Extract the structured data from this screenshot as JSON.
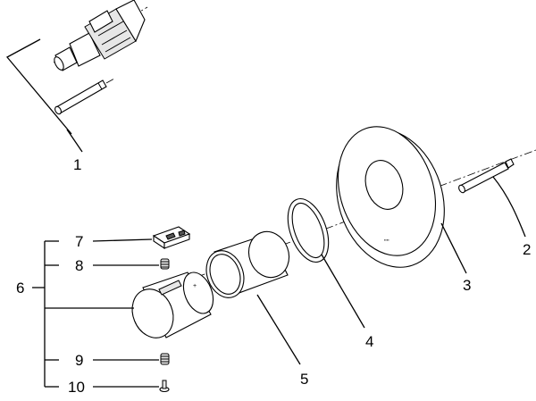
{
  "labels": {
    "p1": "1",
    "p2": "2",
    "p3": "3",
    "p4": "4",
    "p5": "5",
    "p6": "6",
    "p7": "7",
    "p8": "8",
    "p9": "9",
    "p10": "10"
  }
}
